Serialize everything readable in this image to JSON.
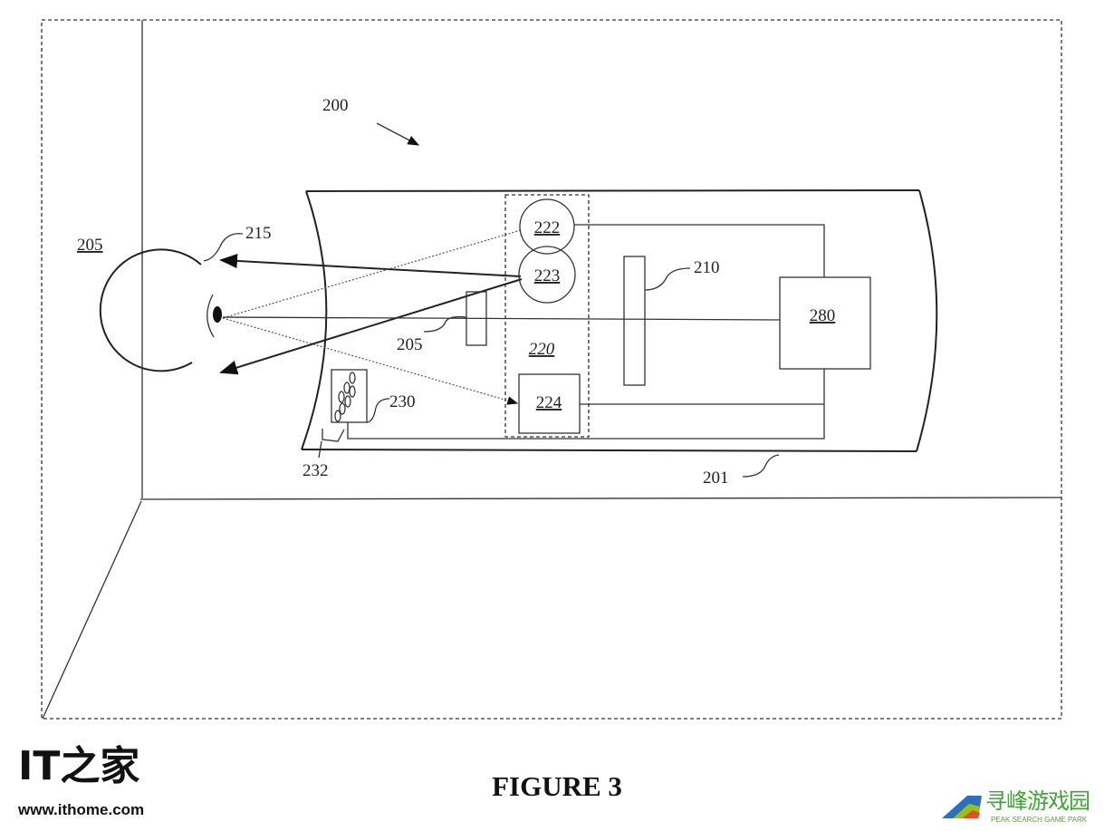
{
  "figure": {
    "caption": "FIGURE 3",
    "labels": {
      "system": "200",
      "eye": "205",
      "eye_surface": "215",
      "lens": "210",
      "small_element": "205",
      "module": "220",
      "emitter_top": "222",
      "emitter_bottom": "223",
      "sensor": "224",
      "display": "280",
      "component": "230",
      "component_sub": "232",
      "housing": "201"
    }
  },
  "watermarks": {
    "ithome_logo": "IT之家",
    "ithome_url": "www.ithome.com",
    "peak_cn": "寻峰游戏园",
    "peak_en": "PEAK SEARCH GAME PARK"
  }
}
